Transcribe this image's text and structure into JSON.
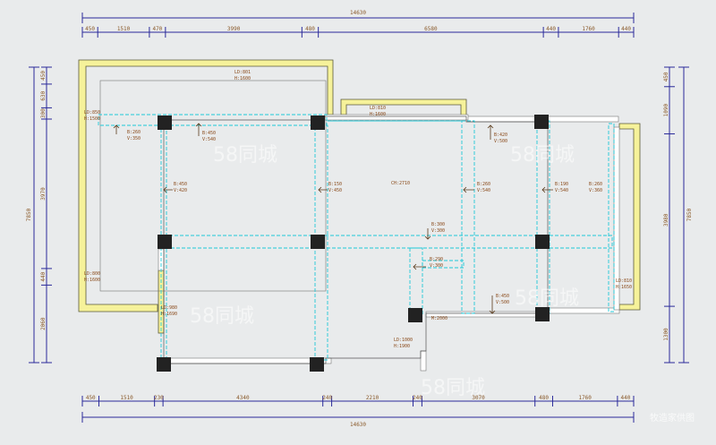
{
  "drawing": {
    "total_width": "14630",
    "total_height": "7850",
    "top_segments": [
      "450",
      "1510",
      "470",
      "3990",
      "480",
      "6580",
      "440",
      "1760",
      "440"
    ],
    "bottom_segments": [
      "450",
      "1510",
      "230",
      "4340",
      "240",
      "2210",
      "240",
      "3070",
      "480",
      "1760",
      "440"
    ],
    "left_segments": [
      "450",
      "630",
      "300",
      "3970",
      "440",
      "2060"
    ],
    "right_total": "7850",
    "right_segments": [
      "450",
      "1090",
      "3980",
      "1300"
    ],
    "ceiling_height": "CH:2710",
    "beam_labels": [
      {
        "text": "B:260",
        "sub": "V:350"
      },
      {
        "text": "B:450",
        "sub": "V:540"
      },
      {
        "text": "B:420",
        "sub": "V:500"
      },
      {
        "text": "B:450",
        "sub": "V:420"
      },
      {
        "text": "B:300",
        "sub": "V:300"
      },
      {
        "text": "B:150",
        "sub": "V:450"
      },
      {
        "text": "B:260",
        "sub": "V:540"
      },
      {
        "text": "B:190",
        "sub": "V:540"
      },
      {
        "text": "B:290",
        "sub": "V:300"
      },
      {
        "text": "B:450",
        "sub": "V:500"
      },
      {
        "text": "B:260",
        "sub": "V:360"
      }
    ],
    "window_labels": [
      {
        "text": "LD:801",
        "sub": "H:1600"
      },
      {
        "text": "LD:850",
        "sub": "H:1500"
      },
      {
        "text": "LD:810",
        "sub": "H:1600"
      },
      {
        "text": "LD:800",
        "sub": "H:1600"
      },
      {
        "text": "LD:980",
        "sub": "H:1690"
      },
      {
        "text": "LD:810",
        "sub": "H:1650"
      },
      {
        "text": "LD:1000",
        "sub": "H:1900"
      },
      {
        "text": "M:2000",
        "sub": ""
      }
    ]
  },
  "watermark": "58同城",
  "footer": "牧造家供图"
}
